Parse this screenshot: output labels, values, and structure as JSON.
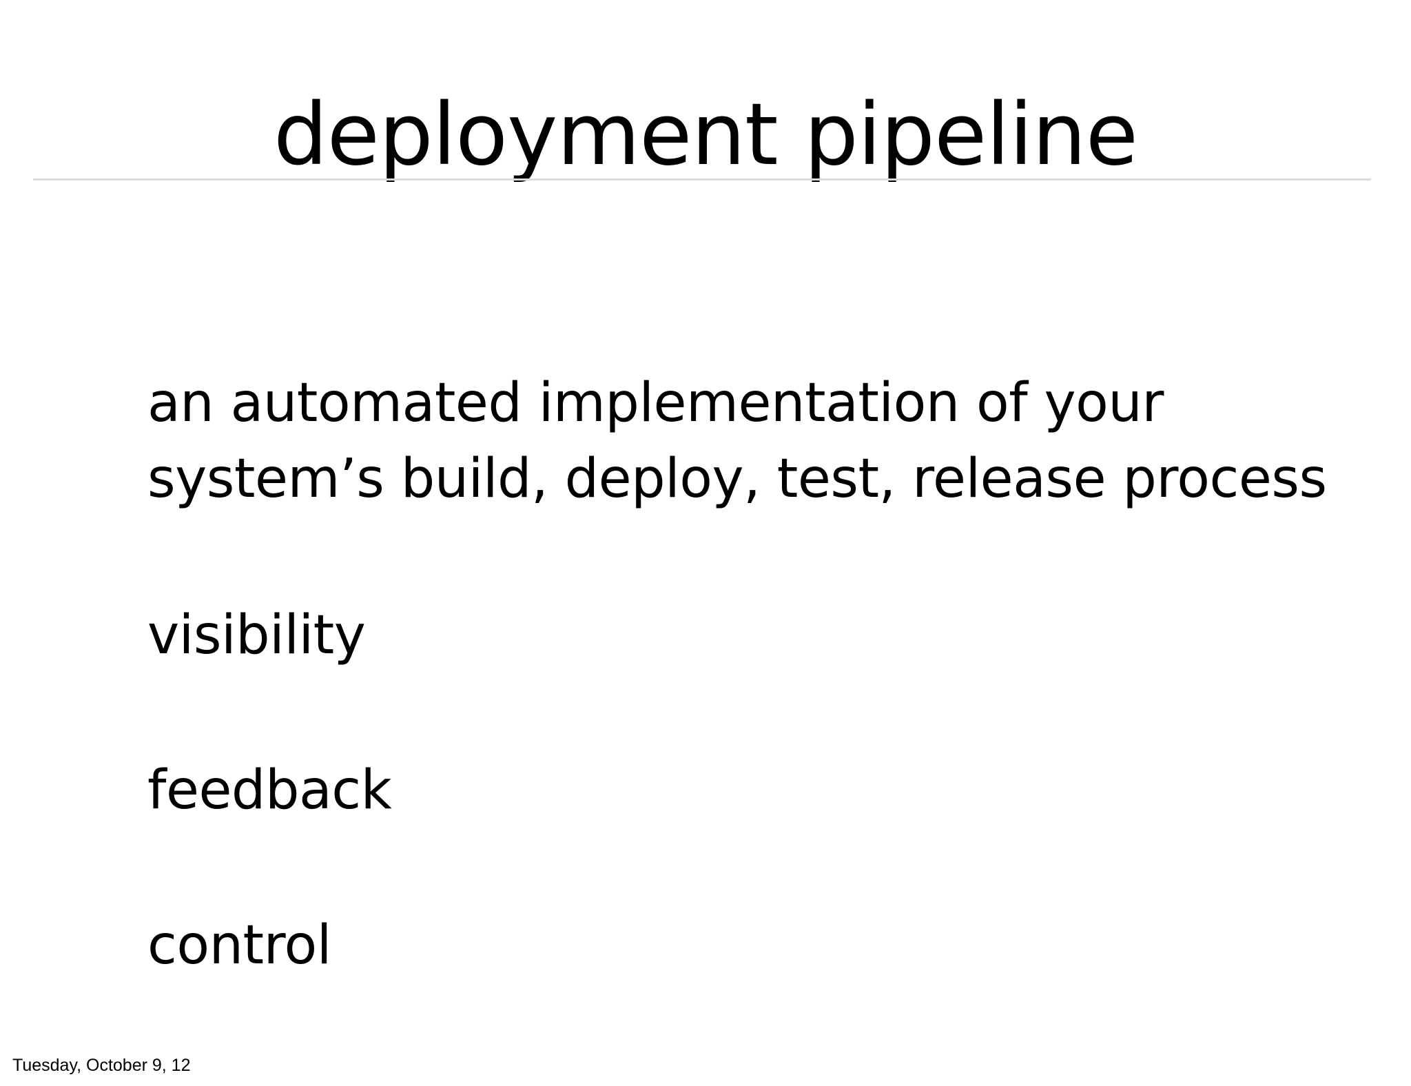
{
  "slide": {
    "title": "deployment pipeline",
    "background_color": "#ffffff",
    "text_color": "#000000",
    "divider_color": "#dcdcdc",
    "body": {
      "paragraph_lines": [
        "an automated implementation of your",
        "system’s build, deploy, test, release process"
      ],
      "keywords": [
        "visibility",
        "feedback",
        "control"
      ]
    },
    "footer": {
      "date": "Tuesday, October 9, 12"
    }
  }
}
